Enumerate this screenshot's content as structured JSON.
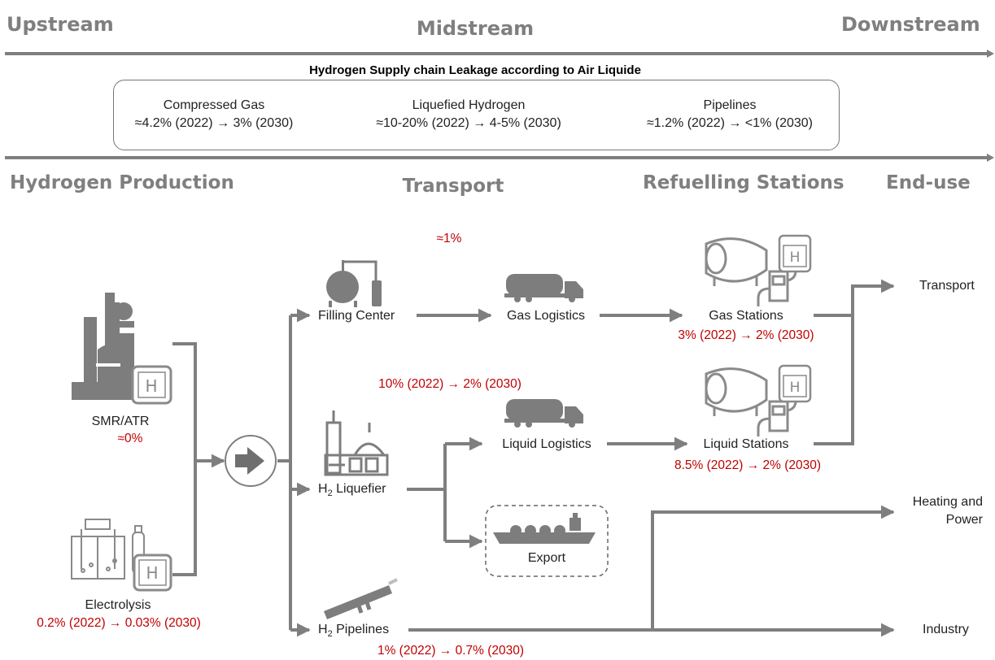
{
  "stages": {
    "upstream": "Upstream",
    "midstream": "Midstream",
    "downstream": "Downstream"
  },
  "banner": {
    "title": "Hydrogen Supply chain Leakage according to Air Liquide",
    "items": [
      {
        "name": "Compressed Gas",
        "value": "≈4.2% (2022) → 3% (2030)"
      },
      {
        "name": "Liquefied Hydrogen",
        "value": "≈10-20% (2022) → 4-5% (2030)"
      },
      {
        "name": "Pipelines",
        "value": "≈1.2% (2022) → <1% (2030)"
      }
    ]
  },
  "sections": {
    "production": "Hydrogen Production",
    "transport": "Transport",
    "refuelling": "Refuelling Stations",
    "enduse": "End-use"
  },
  "nodes": {
    "smr": {
      "label": "SMR/ATR",
      "leak": "≈0%"
    },
    "electrolysis": {
      "label": "Electrolysis",
      "leak": "0.2% (2022) → 0.03% (2030)"
    },
    "filling_center": {
      "label": "Filling Center",
      "leak": "≈1%"
    },
    "liquefier": {
      "label": "H",
      "sub": "2",
      "label_rest": " Liquefier",
      "leak": "10% (2022) → 2% (2030)"
    },
    "pipelines": {
      "label": "H",
      "sub": "2",
      "label_rest": " Pipelines",
      "leak": "1% (2022) → 0.7% (2030)"
    },
    "gas_logistics": {
      "label": "Gas Logistics"
    },
    "liquid_logistics": {
      "label": "Liquid Logistics"
    },
    "export": {
      "label": "Export"
    },
    "gas_stations": {
      "label": "Gas Stations",
      "leak": "3% (2022) → 2% (2030)"
    },
    "liquid_stations": {
      "label": "Liquid Stations",
      "leak": "8.5% (2022) → 2% (2030)"
    }
  },
  "enduse": {
    "transport": "Transport",
    "heating_line1": "Heating and",
    "heating_line2": "Power",
    "industry": "Industry"
  },
  "icons": {
    "plant": "industrial-plant-icon",
    "electrolyzer": "electrolyzer-icon",
    "hydrogen": "hydrogen-badge-icon",
    "arrow": "circle-arrow-icon",
    "tank": "pressure-tank-icon",
    "truck": "tanker-truck-icon",
    "factory": "liquefaction-plant-icon",
    "pipe": "pipeline-icon",
    "ship": "lng-ship-icon",
    "station": "refuel-station-icon"
  },
  "colors": {
    "line": "#7f7f7f",
    "leak": "#c00000",
    "stage": "#7f7f7f"
  }
}
